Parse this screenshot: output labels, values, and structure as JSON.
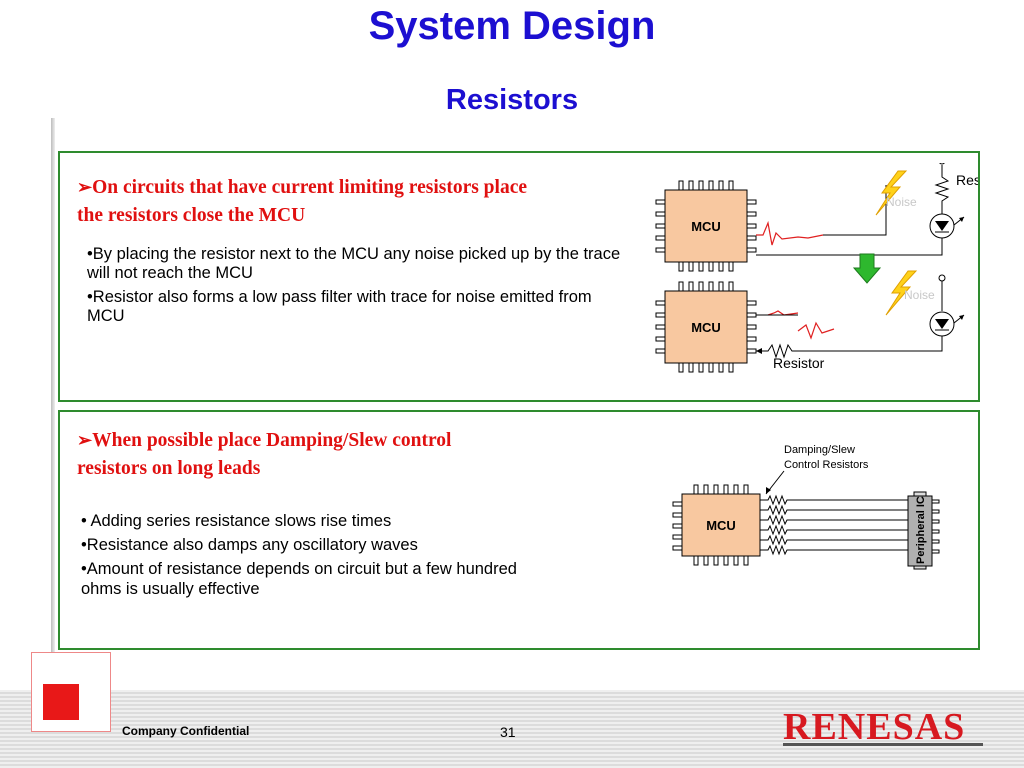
{
  "title": "System Design",
  "subtitle": "Resistors",
  "section1": {
    "heading_line1": "On circuits that have current limiting resistors place",
    "heading_line2": "the resistors close the MCU",
    "bullets": [
      "•By placing the resistor next to the MCU any noise picked up by the trace will not reach the MCU",
      "•Resistor also forms a low pass filter with trace for noise emitted from MCU"
    ],
    "diagram": {
      "mcu_label": "MCU",
      "noise_label": "Noise",
      "resistor_label": "Resistor"
    }
  },
  "section2": {
    "heading_line1": "When possible place Damping/Slew control",
    "heading_line2": "resistors on long leads",
    "bullets": [
      "• Adding series resistance slows rise times",
      "•Resistance also damps any oscillatory waves",
      "•Amount of resistance depends on circuit but a few hundred ohms is usually effective"
    ],
    "diagram": {
      "mcu_label": "MCU",
      "callout_line1": "Damping/Slew",
      "callout_line2": "Control Resistors",
      "peripheral_label": "Peripheral IC"
    }
  },
  "footer": {
    "confidential": "Company Confidential",
    "page_number": "31",
    "brand": "RENESAS"
  },
  "colors": {
    "title_blue": "#1c0fd1",
    "heading_red": "#e01010",
    "panel_border": "#2e8b2e",
    "mcu_fill": "#f8c8a0",
    "brand_red": "#d71920"
  }
}
